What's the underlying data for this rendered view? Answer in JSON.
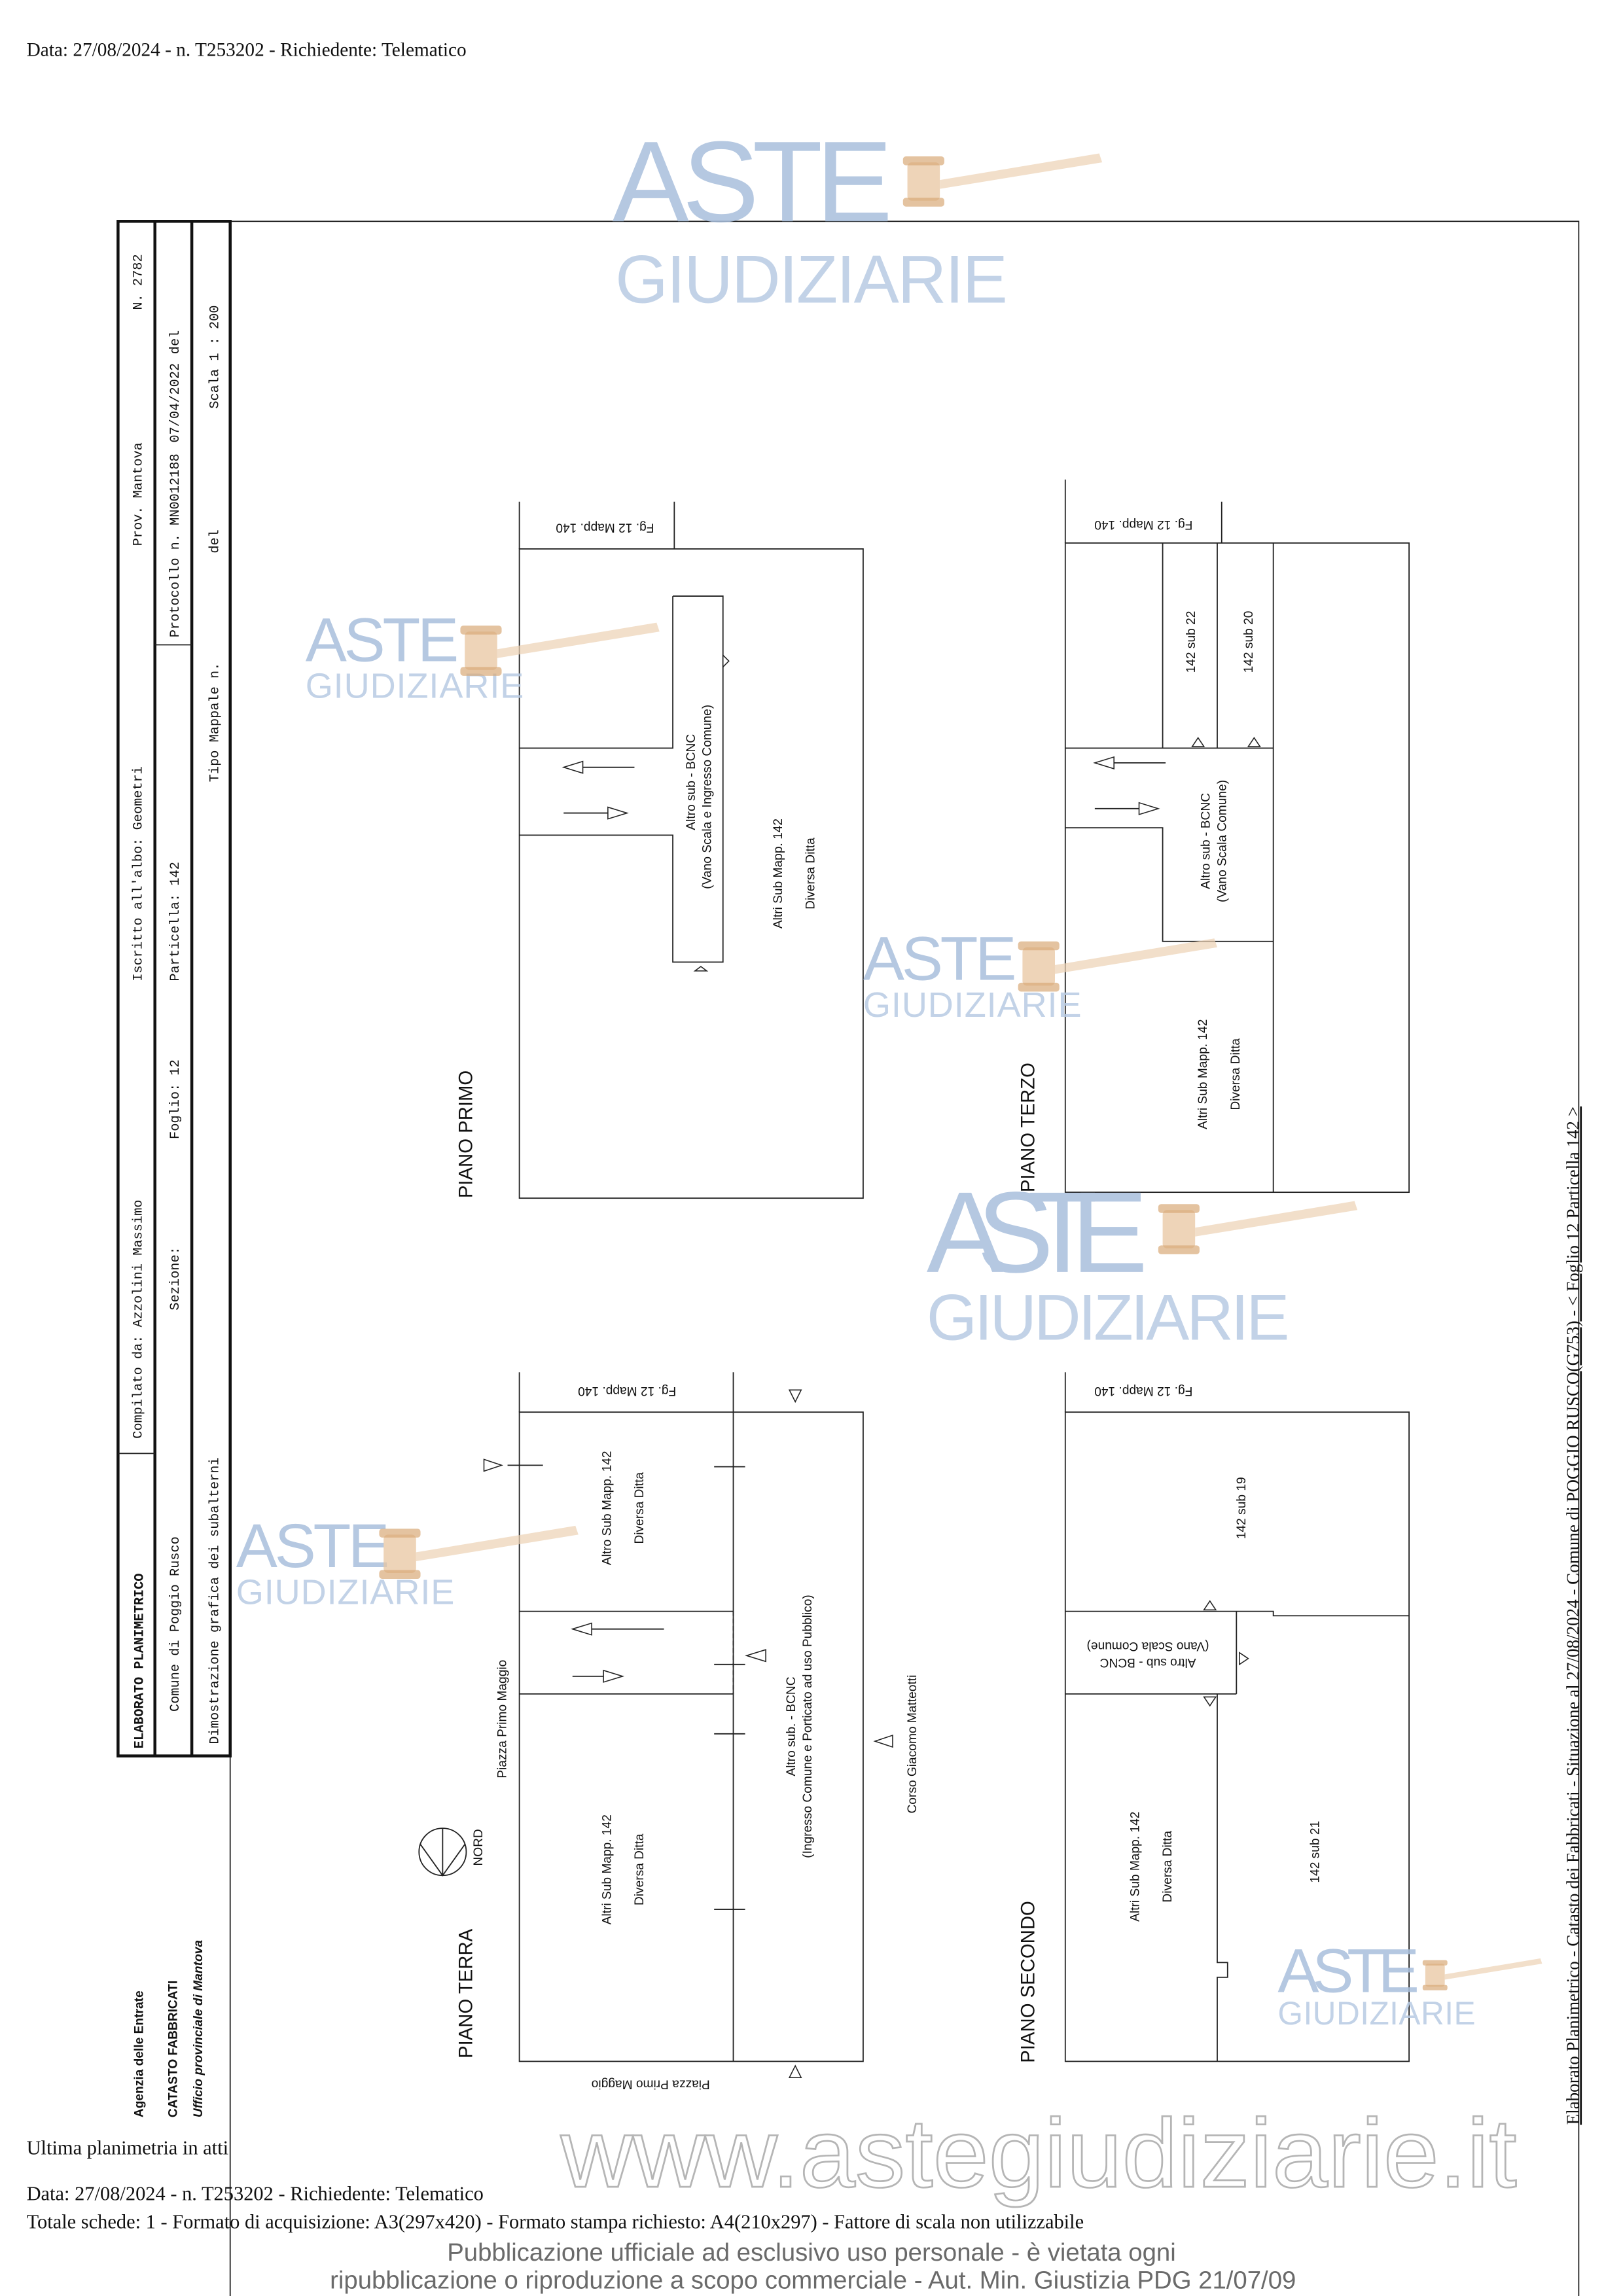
{
  "header": {
    "line": "Data: 27/08/2024 - n. T253202 - Richiedente: Telematico"
  },
  "title_block": {
    "elaborato": "ELABORATO PLANIMETRICO",
    "compilato": "Compilato da: Azzolini Massimo",
    "iscritto": "Iscritto all'albo: Geometri",
    "prov": "Prov. Mantova",
    "numero": "N. 2782",
    "comune": "Comune di Poggio Rusco",
    "sezione": "Sezione:",
    "foglio": "Foglio: 12",
    "particella": "Particella: 142",
    "protocollo": "Protocollo n.",
    "protocollo_num": "MN0012188",
    "protocollo_data": "07/04/2022",
    "del1": "del",
    "dimostrazione": "Dimostrazione grafica dei subalterni",
    "tipo_mappale": "Tipo Mappale n.",
    "del2": "del",
    "scala": "Scala 1 : 200"
  },
  "agency": {
    "agenzia": "Agenzia delle Entrate",
    "catasto": "CATASTO FABBRICATI",
    "ufficio": "Ufficio provinciale di Mantova"
  },
  "side_caption": "Elaborato Planimetrico - Catasto dei Fabbricati - Situazione al 27/08/2024 - Comune di POGGIO RUSCO(G753) - < Foglio 12 Particella 142 >",
  "plans": {
    "primo": {
      "title": "PIANO PRIMO",
      "fg": "Fg. 12 Mapp. 140",
      "bcnc1": "Altro sub - BCNC",
      "bcnc2": "(Vano Scala e Ingresso Comune)",
      "altri": "Altri Sub Mapp. 142",
      "ditta": "Diversa Ditta"
    },
    "terzo": {
      "title": "PIANO TERZO",
      "fg": "Fg. 12 Mapp. 140",
      "sub22": "142  sub 22",
      "sub20": "142  sub 20",
      "bcnc1": "Altro sub - BCNC",
      "bcnc2": "(Vano Scala Comune)",
      "altri": "Altri Sub Mapp. 142",
      "ditta": "Diversa Ditta"
    },
    "terra": {
      "title": "PIANO TERRA",
      "fg": "Fg. 12 Mapp. 140",
      "altro": "Altro Sub Mapp. 142",
      "ditta1": "Diversa Ditta",
      "altri": "Altri Sub Mapp. 142",
      "ditta2": "Diversa Ditta",
      "bcnc1": "Altro sub. - BCNC",
      "bcnc2": "(Ingresso Comune e Porticato ad uso Pubblico)",
      "piazza": "Piazza Primo Maggio",
      "piazza_bottom": "Piazza Primo Maggio",
      "corso": "Corso Giacomo Matteotti",
      "nord": "NORD"
    },
    "secondo": {
      "title": "PIANO SECONDO",
      "fg": "Fg. 12 Mapp. 140",
      "sub19": "142  sub 19",
      "bcnc1": "Altro sub - BCNC",
      "bcnc2": "(Vano Scala Comune)",
      "altri": "Altri Sub Mapp. 142",
      "ditta": "Diversa Ditta",
      "sub21": "142  sub 21"
    }
  },
  "footer": {
    "ultima": "Ultima planimetria in atti",
    "data": "Data: 27/08/2024 - n. T253202 - Richiedente: Telematico",
    "totale": "Totale schede: 1 - Formato di acquisizione: A3(297x420) - Formato stampa richiesto: A4(210x297) - Fattore di scala non utilizzabile"
  },
  "watermark": {
    "aste": "ASTE",
    "giudiziarie": "GIUDIZIARIE",
    "url": "www.astegiudiziarie.it",
    "note1": "Pubblicazione ufficiale ad esclusivo uso personale - è vietata ogni",
    "note2": "ripubblicazione o riproduzione a scopo commerciale - Aut. Min. Giustizia PDG 21/07/09"
  }
}
